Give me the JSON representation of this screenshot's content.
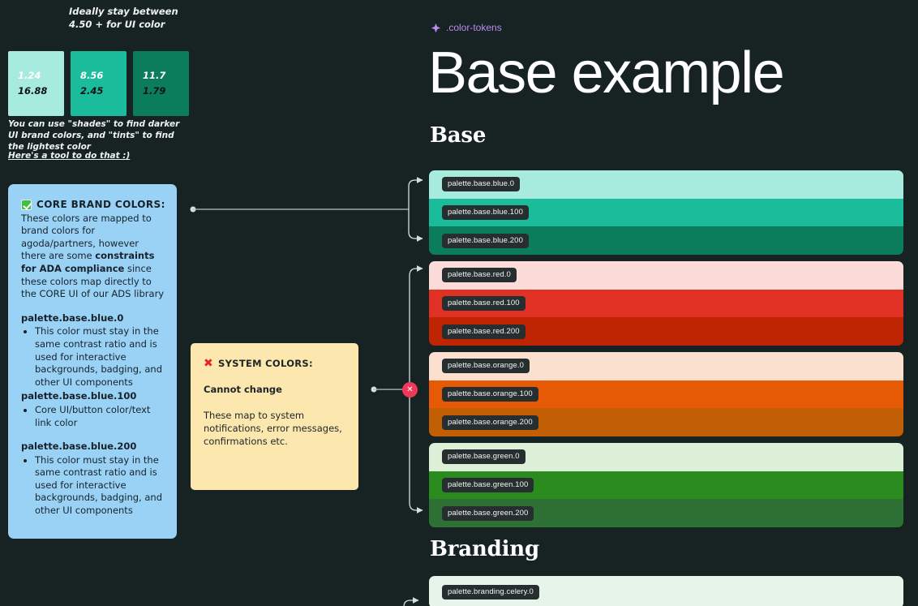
{
  "background": "#172223",
  "left_panel": {
    "contrast_note": "Ideally stay between 4.50 + for UI color",
    "ratio_swatches": [
      {
        "color": "#a6ebde",
        "light_value": "1.24",
        "dark_value": "16.88"
      },
      {
        "color": "#1abc9c",
        "light_value": "8.56",
        "dark_value": "2.45"
      },
      {
        "color": "#0b7d5c",
        "light_value": "11.7",
        "dark_value": "1.79"
      }
    ],
    "shade_note": "You can use \"shades\" to find darker UI brand colors, and \"tints\" to find the lightest color",
    "tool_link": "Here's a tool to do that :)"
  },
  "core_brand_card": {
    "icon": "green-check-icon",
    "heading": "CORE BRAND COLORS:",
    "body_1": "These colors are mapped to brand colors for agoda/partners, however there are some ",
    "body_bold": "constraints for ADA compliance",
    "body_2": " since these colors map directly to the CORE UI of our ADS library",
    "tokens": [
      {
        "name": "palette.base.blue.0",
        "bullets": [
          "This color must stay in the same contrast ratio and is used for interactive backgrounds, badging, and other UI components"
        ]
      },
      {
        "name": "palette.base.blue.100",
        "bullets": [
          "Core UI/button color/text link color"
        ]
      },
      {
        "name": "palette.base.blue.200",
        "bullets": [
          "This color must stay in the same contrast ratio and is used for interactive backgrounds, badging, and other UI components"
        ]
      }
    ]
  },
  "system_colors_note": {
    "icon": "red-x-icon",
    "heading": "SYSTEM COLORS:",
    "subheading": "Cannot change",
    "body": "These map to system notifications, error messages, confirmations etc.",
    "badge_label": "✕",
    "badge_color": "#f0395a"
  },
  "header": {
    "eyebrow_icon": "diamond-sparkle-icon",
    "eyebrow": ".color-tokens",
    "eyebrow_color": "#b68cf0",
    "title": "Base example"
  },
  "sections": [
    {
      "title": "Base",
      "groups": [
        {
          "name": "blue",
          "swatches": [
            {
              "label": "palette.base.blue.0",
              "color": "#a6ebde"
            },
            {
              "label": "palette.base.blue.100",
              "color": "#1abc9c"
            },
            {
              "label": "palette.base.blue.200",
              "color": "#0b7d5c"
            }
          ]
        },
        {
          "name": "red",
          "swatches": [
            {
              "label": "palette.base.red.0",
              "color": "#fbdcd9"
            },
            {
              "label": "palette.base.red.100",
              "color": "#e03124"
            },
            {
              "label": "palette.base.red.200",
              "color": "#bf2403"
            }
          ]
        },
        {
          "name": "orange",
          "swatches": [
            {
              "label": "palette.base.orange.0",
              "color": "#fbe0d0"
            },
            {
              "label": "palette.base.orange.100",
              "color": "#e65a06"
            },
            {
              "label": "palette.base.orange.200",
              "color": "#c25e04"
            }
          ]
        },
        {
          "name": "green",
          "swatches": [
            {
              "label": "palette.base.green.0",
              "color": "#dcf0d7"
            },
            {
              "label": "palette.base.green.100",
              "color": "#2b8b1e"
            },
            {
              "label": "palette.base.green.200",
              "color": "#2d7134"
            }
          ]
        }
      ]
    },
    {
      "title": "Branding",
      "groups": [
        {
          "name": "celery",
          "swatches": [
            {
              "label": "palette.branding.celery.0",
              "color": "#e6f4ea"
            }
          ]
        }
      ]
    }
  ]
}
